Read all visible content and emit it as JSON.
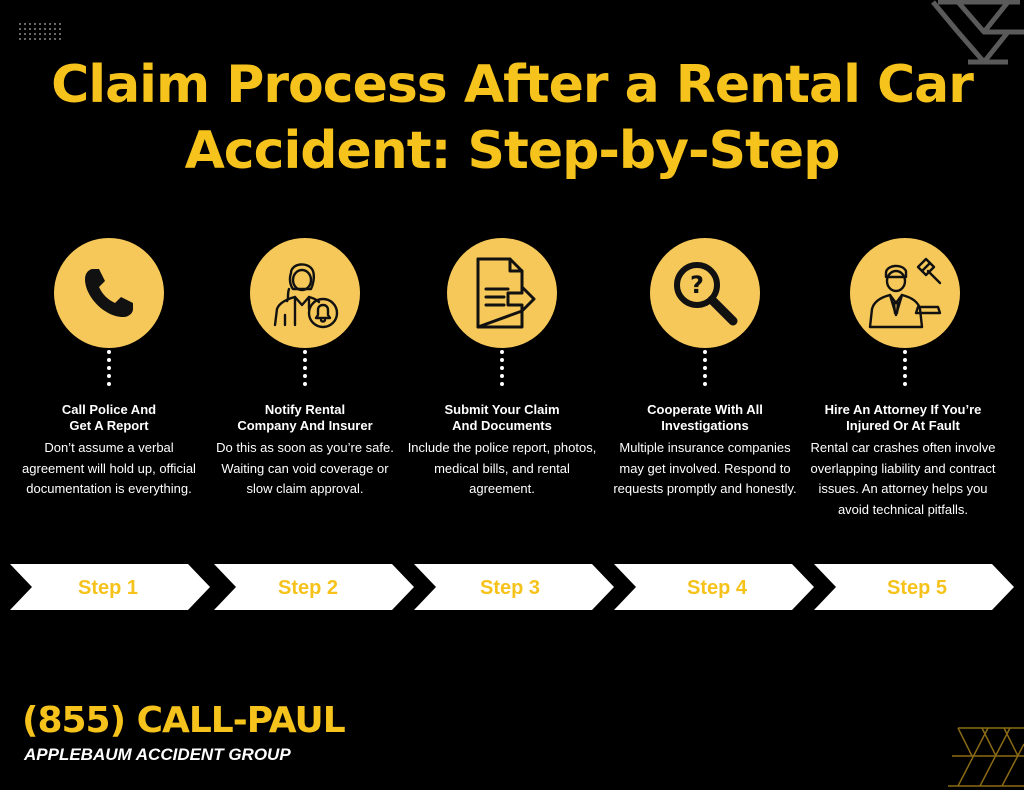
{
  "title": {
    "line1": "Claim Process After a Rental Car",
    "line2": "Accident: Step-by-Step"
  },
  "steps": [
    {
      "icon": "phone-icon",
      "heading_line1": "Call Police And",
      "heading_line2": "Get A Report",
      "body": "Don’t assume a verbal agreement will hold up, official documentation is everything.",
      "label": "Step 1"
    },
    {
      "icon": "agent-bell-icon",
      "heading_line1": "Notify Rental",
      "heading_line2": "Company And  Insurer",
      "body": "Do this as soon as you’re safe. Waiting can void coverage or slow claim approval.",
      "label": "Step 2"
    },
    {
      "icon": "document-arrow-icon",
      "heading_line1": "Submit Your Claim",
      "heading_line2": "And Documents",
      "body": "Include the police report, photos, medical bills, and rental agreement.",
      "label": "Step 3"
    },
    {
      "icon": "magnifier-question-icon",
      "heading_line1": "Cooperate With All",
      "heading_line2": "Investigations",
      "body": "Multiple insurance companies may get involved. Respond to requests promptly and honestly.",
      "label": "Step 4"
    },
    {
      "icon": "attorney-gavel-icon",
      "heading_line1": "Hire An Attorney If You’re",
      "heading_line2": "Injured Or At Fault",
      "body": "Rental car crashes often involve overlapping liability and contract issues. An attorney helps you avoid technical pitfalls.",
      "label": "Step 5"
    }
  ],
  "footer": {
    "phone": "(855) CALL-PAUL",
    "firm": "APPLEBAUM ACCIDENT GROUP"
  },
  "colors": {
    "accent": "#f6c31c",
    "circle": "#f6c859",
    "background": "#000000",
    "arrow": "#ffffff"
  }
}
